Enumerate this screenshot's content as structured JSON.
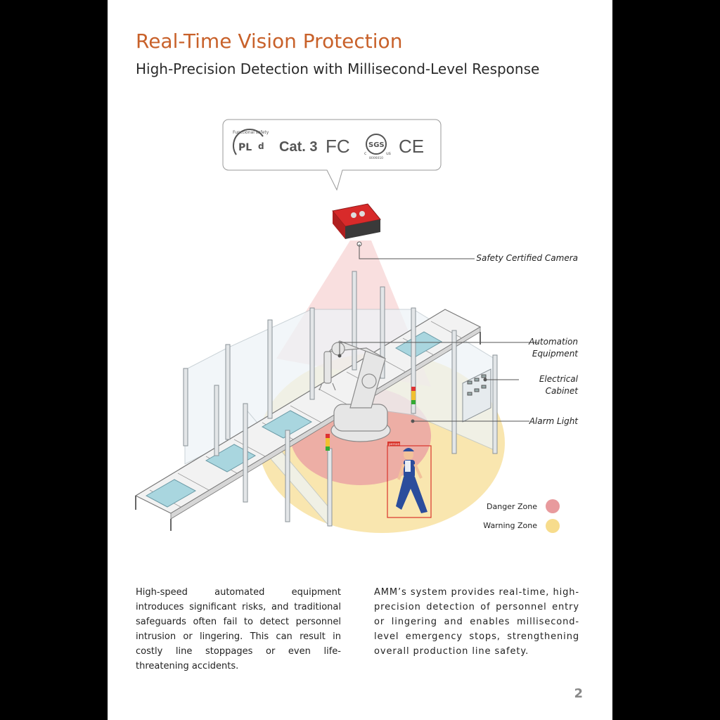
{
  "header": {
    "title": "Real-Time Vision Protection",
    "subtitle": "High-Precision Detection with Millisecond-Level Response"
  },
  "certifications": {
    "pl_arc": "Functional safety",
    "pl_mark": "PL",
    "pl_level": "d",
    "category": "Cat. 3",
    "fcc": "FC",
    "sgs": "SGS",
    "sgs_c": "c",
    "sgs_us": "us",
    "sgs_code": "8006010",
    "ce": "CE"
  },
  "illustration": {
    "person_tag": "person",
    "callouts": {
      "camera": "Safety Certified Camera",
      "automation_line1": "Automation",
      "automation_line2": "Equipment",
      "cabinet_line1": "Electrical",
      "cabinet_line2": "Cabinet",
      "alarm": "Alarm Light"
    },
    "legend": {
      "danger": {
        "label": "Danger Zone",
        "color": "#e89a9d"
      },
      "warning": {
        "label": "Warning Zone",
        "color": "#f7dc8c"
      }
    }
  },
  "body": {
    "left_paragraph": "High-speed automated equipment introduces significant risks, and traditional safeguards often fail to detect personnel intrusion or lingering. This can result in costly line stoppages or even life-threatening accidents.",
    "right_paragraph": "AMM’s system provides real-time, high-precision detection of personnel entry or lingering and enables millisecond-level emergency stops, strengthening overall production line safety."
  },
  "page_number": "2"
}
